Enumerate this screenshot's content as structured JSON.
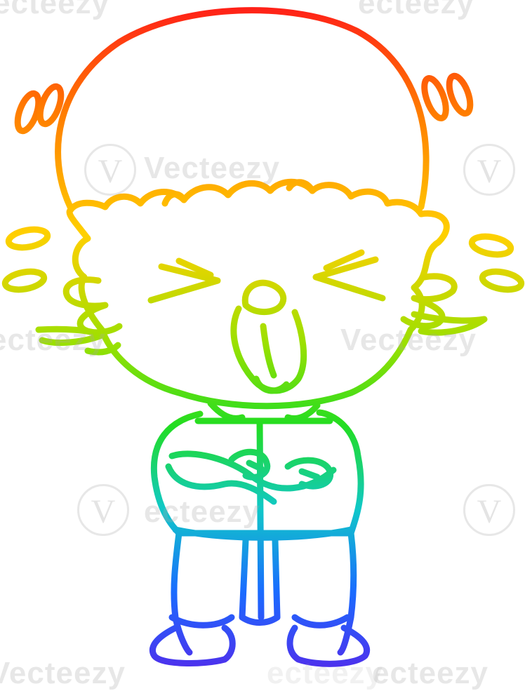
{
  "illustration": {
    "subject": "cartoon bald man with tongue out and crossed arms",
    "style": "rainbow gradient line art",
    "gradient_colors": [
      "#ff1a1a",
      "#ff7a00",
      "#ffd000",
      "#9be000",
      "#22dd22",
      "#10c8c8",
      "#1a6cff",
      "#5a22e8"
    ]
  },
  "watermark": {
    "brand": "Vecteezy",
    "fragments": [
      "ecteezy",
      "ecteezy",
      "Vecteezy",
      "ecteezy",
      "Vecteezy",
      "ecteezy",
      "Vecteezy",
      "ecteezy",
      "ecteezy"
    ],
    "logo_glyph": "V"
  }
}
